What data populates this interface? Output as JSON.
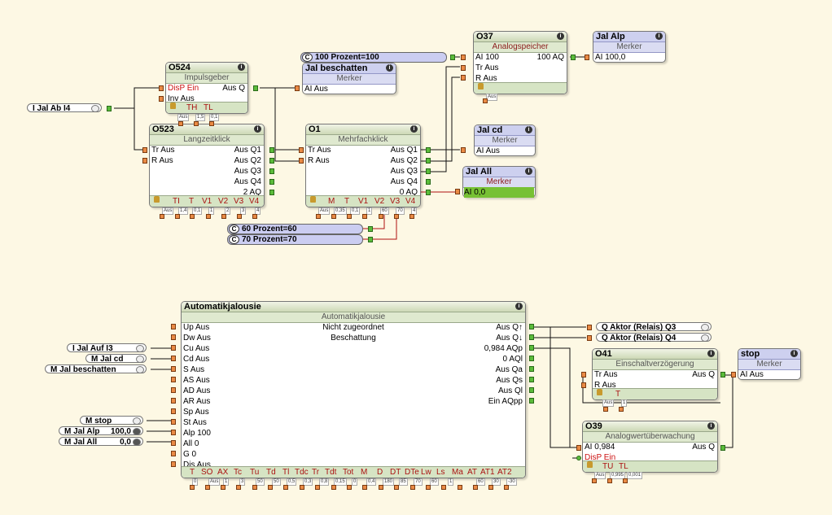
{
  "blocks": {
    "o524": {
      "title": "O524",
      "subtitle": "Impulsgeber",
      "in1": "DisP Ein",
      "in2": "Inv Aus",
      "out1": "Aus Q",
      "foot": [
        "TH",
        "TL"
      ],
      "params": [
        "Aus",
        "1,5",
        "0,1"
      ]
    },
    "o523": {
      "title": "O523",
      "subtitle": "Langzeitklick",
      "in1": "Tr Aus",
      "in2": "R Aus",
      "outs": [
        "Aus Q1",
        "Aus Q2",
        "Aus Q3",
        "Aus Q4",
        "2 AQ"
      ],
      "foot": [
        "TI",
        "T",
        "V1",
        "V2",
        "V3",
        "V4"
      ],
      "params": [
        "Aus",
        "1,4",
        "0,1",
        "1",
        "2",
        "3",
        "4"
      ]
    },
    "o1": {
      "title": "O1",
      "subtitle": "Mehrfachklick",
      "in1": "Tr Aus",
      "in2": "R Aus",
      "outs": [
        "Aus Q1",
        "Aus Q2",
        "Aus Q3",
        "Aus Q4",
        "0 AQ"
      ],
      "foot": [
        "M",
        "T",
        "V1",
        "V2",
        "V3",
        "V4"
      ],
      "params": [
        "Aus",
        "0,35",
        "0,1",
        "1",
        "60",
        "70",
        "4"
      ]
    },
    "o37": {
      "title": "O37",
      "subtitle": "Analogspeicher",
      "in1": "AI 100",
      "in2": "Tr Aus",
      "in3": "R Aus",
      "out1": "100 AQ",
      "param": "Aus"
    },
    "jal_alp": {
      "title": "Jal Alp",
      "subtitle": "Merker",
      "in1": "AI 100,0"
    },
    "jal_beschatten": {
      "title": "Jal beschatten",
      "subtitle": "Merker",
      "in1": "AI Aus"
    },
    "jal_cd": {
      "title": "Jal cd",
      "subtitle": "Merker",
      "in1": "AI Aus"
    },
    "jal_all": {
      "title": "Jal All",
      "subtitle": "Merker",
      "in1": "AI 0,0"
    },
    "stop": {
      "title": "stop",
      "subtitle": "Merker",
      "in1": "AI Aus"
    },
    "auto": {
      "title": "Automatikjalousie",
      "subtitle": "Automatikjalousie",
      "center": [
        "Nicht zugeordnet",
        "Beschattung"
      ],
      "ins": [
        "Up Aus",
        "Dw Aus",
        "Cu Aus",
        "Cd Aus",
        "S Aus",
        "AS Aus",
        "AD Aus",
        "AR Aus",
        "Sp Aus",
        "St Aus",
        "Alp 100",
        "All 0",
        "G 0",
        "Dis Aus"
      ],
      "outs": [
        "Aus Q↑",
        "Aus Q↓",
        "0,984 AQp",
        "0 AQl",
        "Aus Qa",
        "Aus Qs",
        "Aus Ql",
        "Ein AQpp"
      ],
      "foot": [
        "T",
        "SO",
        "AX",
        "Tc",
        "Tu",
        "Td",
        "Tl",
        "Tdc",
        "Tr",
        "Tdt",
        "Tot",
        "M",
        "D",
        "DT",
        "DTe",
        "Lw",
        "Ls",
        "Ma",
        "AT",
        "AT1",
        "AT2"
      ],
      "params": [
        "0",
        "Aus",
        "1",
        "3",
        "50",
        "50",
        "0,5",
        "0,3",
        "0,8",
        "0,15",
        "0",
        "0,4",
        "180",
        "85",
        "70",
        "60",
        "1",
        "60",
        "30",
        "-30"
      ]
    },
    "o41": {
      "title": "O41",
      "subtitle": "Einschaltverzögerung",
      "in1": "Tr Aus",
      "in2": "R Aus",
      "out1": "Aus Q",
      "foot": [
        "T"
      ],
      "params": [
        "Aus",
        "1"
      ]
    },
    "o39": {
      "title": "O39",
      "subtitle": "Analogwertüberwachung",
      "in1": "AI 0,984",
      "in2": "DisP Ein",
      "out1": "Aus Q",
      "foot": [
        "TU",
        "TL"
      ],
      "params": [
        "Aus",
        "0,995",
        "0,001"
      ]
    }
  },
  "constants": {
    "c100": "100 Prozent=100",
    "c60": "60 Prozent=60",
    "c70": "70 Prozent=70"
  },
  "ios": {
    "jal_ab": "I   Jal Ab I4",
    "jal_auf": "I   Jal Auf I3",
    "m_jal_cd": "M  Jal cd",
    "m_jal_besch": "M  Jal beschatten",
    "m_stop": "M   stop",
    "m_jal_alp": "M  Jal Alp",
    "m_jal_alp_v": "100,0",
    "m_jal_all": "M  Jal All",
    "m_jal_all_v": "0,0",
    "q3": "Q  Aktor (Relais) Q3",
    "q4": "Q  Aktor (Relais) Q4"
  },
  "colors": {
    "background": "#fdf8e4",
    "wire": "#111111",
    "wire_red": "#b01010",
    "header": "#cdd9b6",
    "merker": "#cdd0ef",
    "active": "#77c134"
  }
}
